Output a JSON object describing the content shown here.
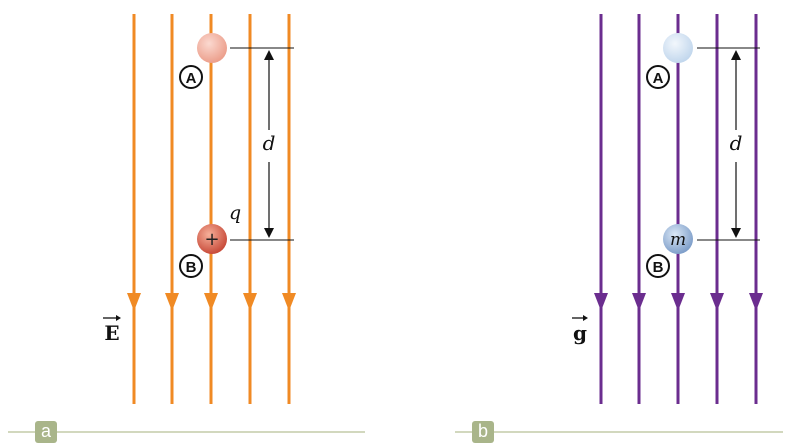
{
  "panels": [
    {
      "tag": "a",
      "field_symbol": "E",
      "point_top": "A",
      "point_bottom": "B",
      "distance_label": "d",
      "charge_label": "q",
      "charge_sign": "+",
      "line_color": "#f08a24",
      "particle_color": "#e0705a",
      "particle_color_top": "#f2b3a6"
    },
    {
      "tag": "b",
      "field_symbol": "g",
      "point_top": "A",
      "point_bottom": "B",
      "distance_label": "d",
      "mass_label": "m",
      "line_color": "#6b2d8f",
      "particle_color": "#9db9dc",
      "particle_color_top": "#cfe0f2"
    }
  ]
}
